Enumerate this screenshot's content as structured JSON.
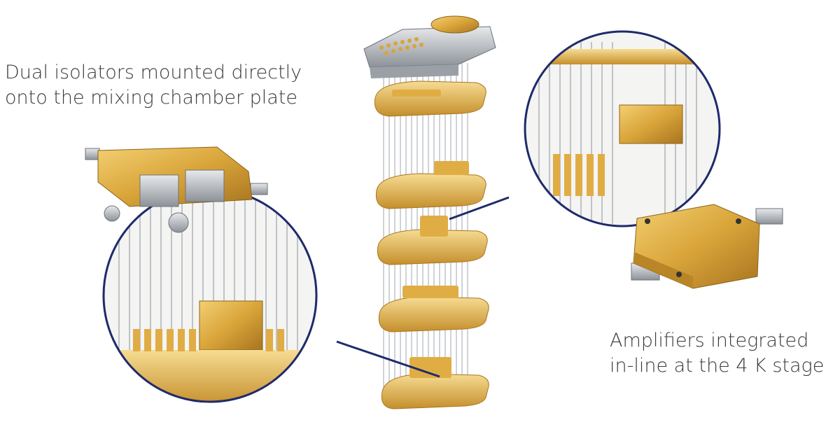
{
  "captions": {
    "left": {
      "line1": "Dual isolators mounted directly",
      "line2": "onto the mixing chamber plate"
    },
    "right": {
      "line1": "Amplifiers integrated",
      "line2": "in-line at the 4 K stage"
    }
  },
  "colors": {
    "circle_outline": "#1f2a6b",
    "leader_line": "#1f2a6b",
    "gold": "#d9a53a",
    "gold_dark": "#a87420",
    "silver": "#b8bcc2",
    "wire": "#bfc3c8"
  },
  "icons": {
    "isolator": "isolator-module-picture",
    "amplifier": "amplifier-module-picture",
    "fridge": "cryostat-wiring-tower-picture"
  }
}
